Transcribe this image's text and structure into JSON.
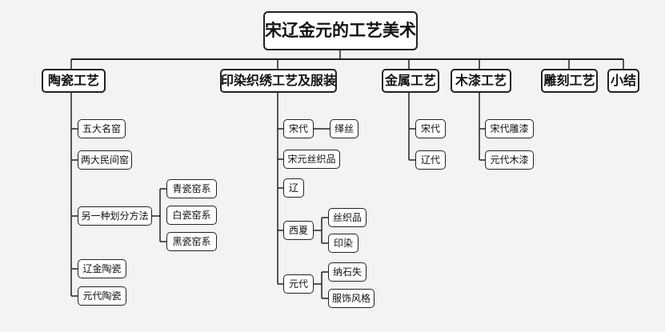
{
  "root": "宋辽金元的工艺美术",
  "ceramics": {
    "label": "陶瓷工艺",
    "five_kilns": "五大名窑",
    "two_folk_kilns": "两大民间窑",
    "another_division": "另一种划分方法",
    "celadon": "青瓷窑系",
    "white": "白瓷窑系",
    "black": "黑瓷窑系",
    "liaojin": "辽金陶瓷",
    "yuan": "元代陶瓷"
  },
  "textiles": {
    "label": "印染织绣工艺及服装",
    "song": "宋代",
    "kesi": "缂丝",
    "songyuan_silk": "宋元丝织品",
    "liao": "辽",
    "xixia": "西夏",
    "silk": "丝织品",
    "dyeing": "印染",
    "yuan": "元代",
    "nashishi": "纳石失",
    "costume_style": "服饰风格"
  },
  "metal": {
    "label": "金属工艺",
    "song": "宋代",
    "liao": "辽代"
  },
  "lacquer": {
    "label": "木漆工艺",
    "song_carved": "宋代雕漆",
    "yuan_lacquer": "元代木漆"
  },
  "carving": {
    "label": "雕刻工艺"
  },
  "summary": {
    "label": "小结"
  }
}
